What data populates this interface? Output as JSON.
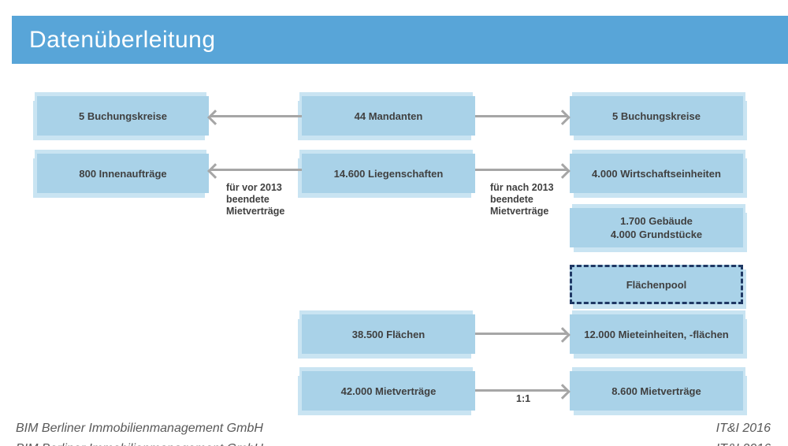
{
  "title": "Datenüberleitung",
  "colors": {
    "header_bg": "#58a5d8",
    "box_fill": "#a9d2e8",
    "box_back": "#c9e4f2",
    "arrow": "#a6a6a6",
    "box_text": "#404040",
    "label_text": "#404040",
    "pool_border": "#1f3864",
    "footer_text": "#595959"
  },
  "boxes": {
    "buchungskreise_left": "5 Buchungskreise",
    "mandanten": "44 Mandanten",
    "buchungskreise_right": "5 Buchungskreise",
    "innenauftraege": "800 Innenaufträge",
    "liegenschaften": "14.600 Liegenschaften",
    "wirtschaftseinheiten": "4.000 Wirtschaftseinheiten",
    "gebaeude_grundstuecke": "1.700 Gebäude\n4.000 Grundstücke",
    "flaechenpool": "Flächenpool",
    "flaechen": "38.500 Flächen",
    "mieteinheiten": "12.000 Mieteinheiten, -flächen",
    "mietvertraege_alt": "42.000 Mietverträge",
    "mietvertraege_neu": "8.600 Mietverträge"
  },
  "labels": {
    "vor_2013": "für vor 2013\nbeendete\nMietverträge",
    "nach_2013": "für nach 2013\nbeendete\nMietverträge",
    "ratio": "1:1"
  },
  "footer": {
    "left": "BIM Berliner Immobilienmanagement GmbH",
    "right": "IT&I 2016"
  }
}
